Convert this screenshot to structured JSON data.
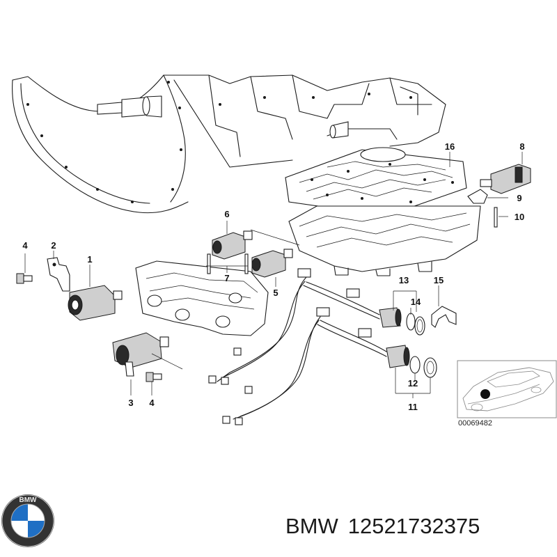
{
  "callouts": {
    "c1": "1",
    "c2": "2",
    "c3": "3",
    "c4a": "4",
    "c4b": "4",
    "c5": "5",
    "c6": "6",
    "c7": "7",
    "c8": "8",
    "c9": "9",
    "c10": "10",
    "c11": "11",
    "c12": "12",
    "c13": "13",
    "c14": "14",
    "c15": "15",
    "c16": "16"
  },
  "inset": {
    "reference_number": "00069482"
  },
  "logo": {
    "name": "bmw-logo",
    "text": "BMW"
  },
  "footer": {
    "brand": "BMW",
    "part_number": "12521732375"
  }
}
